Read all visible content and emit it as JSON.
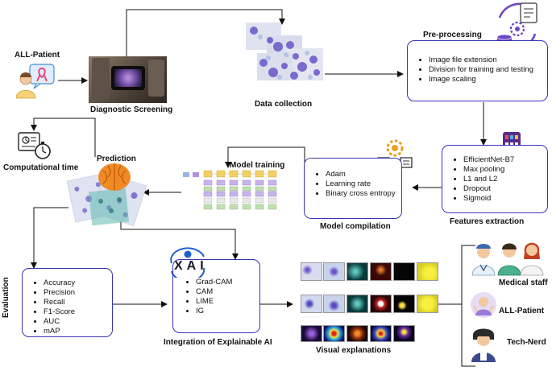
{
  "nodes": {
    "all_patient_input": "ALL-Patient",
    "diagnostic_screening": "Diagnostic Screening",
    "data_collection": "Data collection",
    "preprocessing": {
      "title": "Pre-processing",
      "items": [
        "Image file extension",
        "Division for training and testing",
        "Image scaling"
      ]
    },
    "features_extraction": {
      "title": "Features extraction",
      "items": [
        "EfficientNet-B7",
        "Max pooling",
        "L1 and L2",
        "Dropout",
        "Sigmoid"
      ]
    },
    "model_compilation": {
      "title": "Model compilation",
      "items": [
        "Adam",
        "Learning rate",
        "Binary cross entropy"
      ]
    },
    "model_training": "Model training",
    "prediction": "Prediction",
    "computational_time": "Computational time",
    "evaluation": {
      "title": "Evaluation",
      "items": [
        "Accuracy",
        "Precision",
        "Recall",
        "F1-Score",
        "AUC",
        "mAP"
      ]
    },
    "xai": {
      "logo_text": "XAI",
      "title": "Integration of Explainable AI",
      "items": [
        "Grad-CAM",
        "CAM",
        "LIME",
        "IG"
      ]
    },
    "visual_explanations": "Visual explanations",
    "stakeholders": [
      "Medical staff",
      "ALL-Patient",
      "Tech-Nerd"
    ]
  },
  "colors": {
    "box_border": "#3a34b8",
    "arrow": "#111111",
    "accent_purple": "#6b45c8",
    "brain_orange": "#f08a24"
  },
  "icons": [
    "patient-ribbon-icon",
    "microscope-phone-photo",
    "blood-cell-image",
    "document-gear-database-icon",
    "network-chip-icon",
    "gear-books-icon",
    "stopwatch-chart-icon",
    "brain-icon",
    "xai-logo",
    "doctor-icon",
    "nurse-icon",
    "patient-icon",
    "engineer-icon"
  ]
}
